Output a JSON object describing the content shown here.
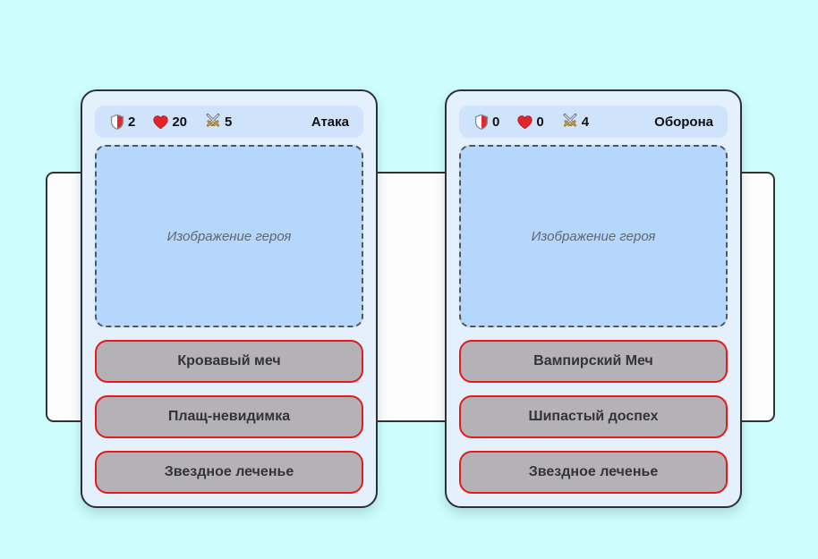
{
  "colors": {
    "page_background": "#cdfdfd",
    "board_background": "#fdfdfe",
    "card_background": "#e4f1fc",
    "stats_bar_background": "#cfe3fa",
    "placeholder_background": "#b5d7fb",
    "button_background": "#b4b2b7",
    "button_border_red": "#e31b1b",
    "shield_red": "#dd2b33",
    "heart_red": "#e3242b",
    "sword_gold": "#cf9f3f"
  },
  "icons": {
    "armor": "shield-icon",
    "health": "heart-icon",
    "attack": "crossed-swords-icon"
  },
  "cards": [
    {
      "role_label": "Атака",
      "stats": {
        "armor": "2",
        "health": "20",
        "attack": "5"
      },
      "image_placeholder": "Изображение героя",
      "abilities": [
        "Кровавый меч",
        "Плащ-невидимка",
        "Звездное леченье"
      ]
    },
    {
      "role_label": "Оборона",
      "stats": {
        "armor": "0",
        "health": "0",
        "attack": "4"
      },
      "image_placeholder": "Изображение героя",
      "abilities": [
        "Вампирский Меч",
        "Шипастый доспех",
        "Звездное леченье"
      ]
    }
  ]
}
